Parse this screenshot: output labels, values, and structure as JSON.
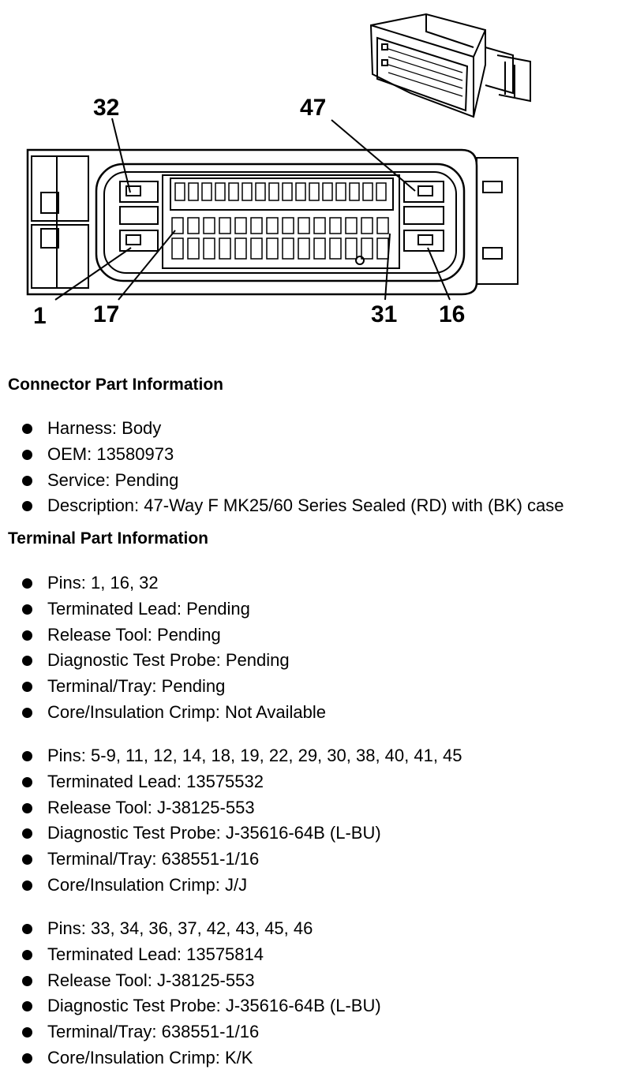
{
  "figure": {
    "pin_labels": {
      "pin32": "32",
      "pin47": "47",
      "pin1": "1",
      "pin17": "17",
      "pin31": "31",
      "pin16": "16"
    }
  },
  "connector_section": {
    "heading": "Connector Part Information",
    "items": [
      "Harness: Body",
      "OEM: 13580973",
      "Service: Pending",
      "Description: 47-Way F MK25/60 Series Sealed (RD) with (BK) case"
    ]
  },
  "terminal_section": {
    "heading": "Terminal Part Information",
    "groups": [
      [
        "Pins: 1, 16, 32",
        "Terminated Lead: Pending",
        "Release Tool: Pending",
        "Diagnostic Test Probe: Pending",
        "Terminal/Tray: Pending",
        "Core/Insulation Crimp: Not Available"
      ],
      [
        "Pins: 5-9, 11, 12, 14, 18, 19, 22, 29, 30, 38, 40, 41, 45",
        "Terminated Lead: 13575532",
        "Release Tool: J-38125-553",
        "Diagnostic Test Probe: J-35616-64B (L-BU)",
        "Terminal/Tray: 638551-1/16",
        "Core/Insulation Crimp: J/J"
      ],
      [
        "Pins: 33, 34, 36, 37, 42, 43, 45, 46",
        "Terminated Lead: 13575814",
        "Release Tool: J-38125-553",
        "Diagnostic Test Probe: J-35616-64B (L-BU)",
        "Terminal/Tray: 638551-1/16",
        "Core/Insulation Crimp: K/K"
      ]
    ]
  }
}
